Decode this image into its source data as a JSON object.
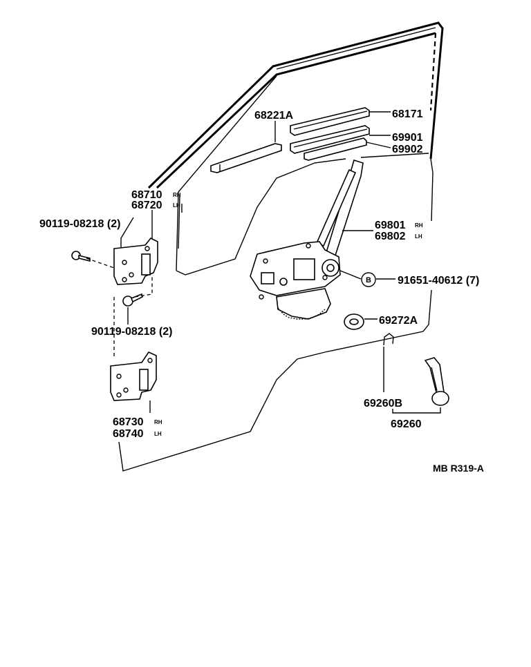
{
  "labels": {
    "p68221A": "68221A",
    "p68171": "68171",
    "p69901": "69901",
    "p69902": "69902",
    "p68710": "68710",
    "p68710_side": "RH",
    "p68720": "68720",
    "p68720_side": "LH",
    "p90119_top": "90119-08218 (2)",
    "p69801": "69801",
    "p69801_side": "RH",
    "p69802": "69802",
    "p69802_side": "LH",
    "p91651_marker": "B",
    "p91651": "91651-40612 (7)",
    "p69272A": "69272A",
    "p90119_bottom": "90119-08218 (2)",
    "p69260B": "69260B",
    "p69260": "69260",
    "p68730": "68730",
    "p68730_side": "RH",
    "p68740": "68740",
    "p68740_side": "LH",
    "ref": "MB R319-A"
  }
}
